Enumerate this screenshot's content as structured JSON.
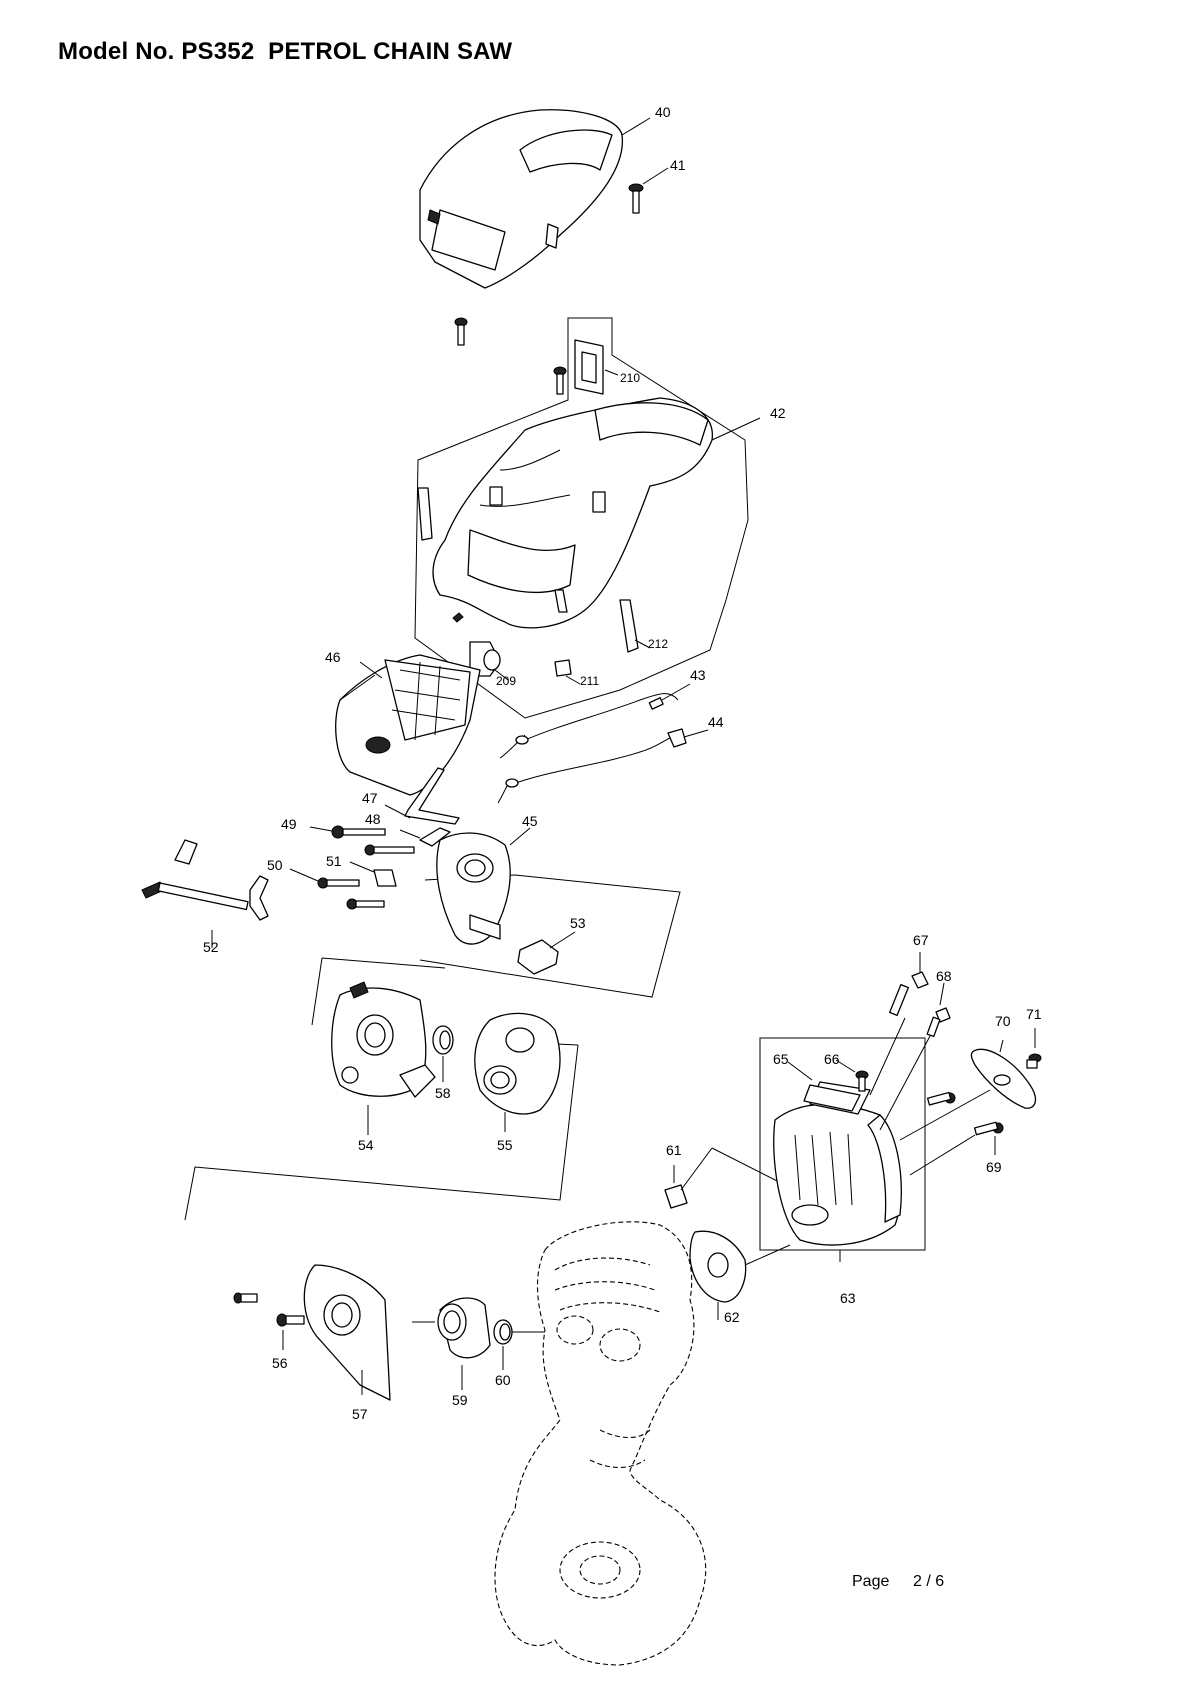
{
  "header": {
    "title": "Model No. PS352  PETROL CHAIN SAW"
  },
  "footer": {
    "page_label": "Page",
    "page_number": "2 / 6"
  },
  "parts": {
    "p40": "40",
    "p41": "41",
    "p42": "42",
    "p43": "43",
    "p44": "44",
    "p45": "45",
    "p46": "46",
    "p47": "47",
    "p48": "48",
    "p49": "49",
    "p50": "50",
    "p51": "51",
    "p52": "52",
    "p53": "53",
    "p54": "54",
    "p55": "55",
    "p56": "56",
    "p57": "57",
    "p58": "58",
    "p59": "59",
    "p60": "60",
    "p61": "61",
    "p62": "62",
    "p63": "63",
    "p65": "65",
    "p66": "66",
    "p67": "67",
    "p68": "68",
    "p69": "69",
    "p70": "70",
    "p71": "71",
    "p209": "209",
    "p210": "210",
    "p211": "211",
    "p212": "212"
  }
}
